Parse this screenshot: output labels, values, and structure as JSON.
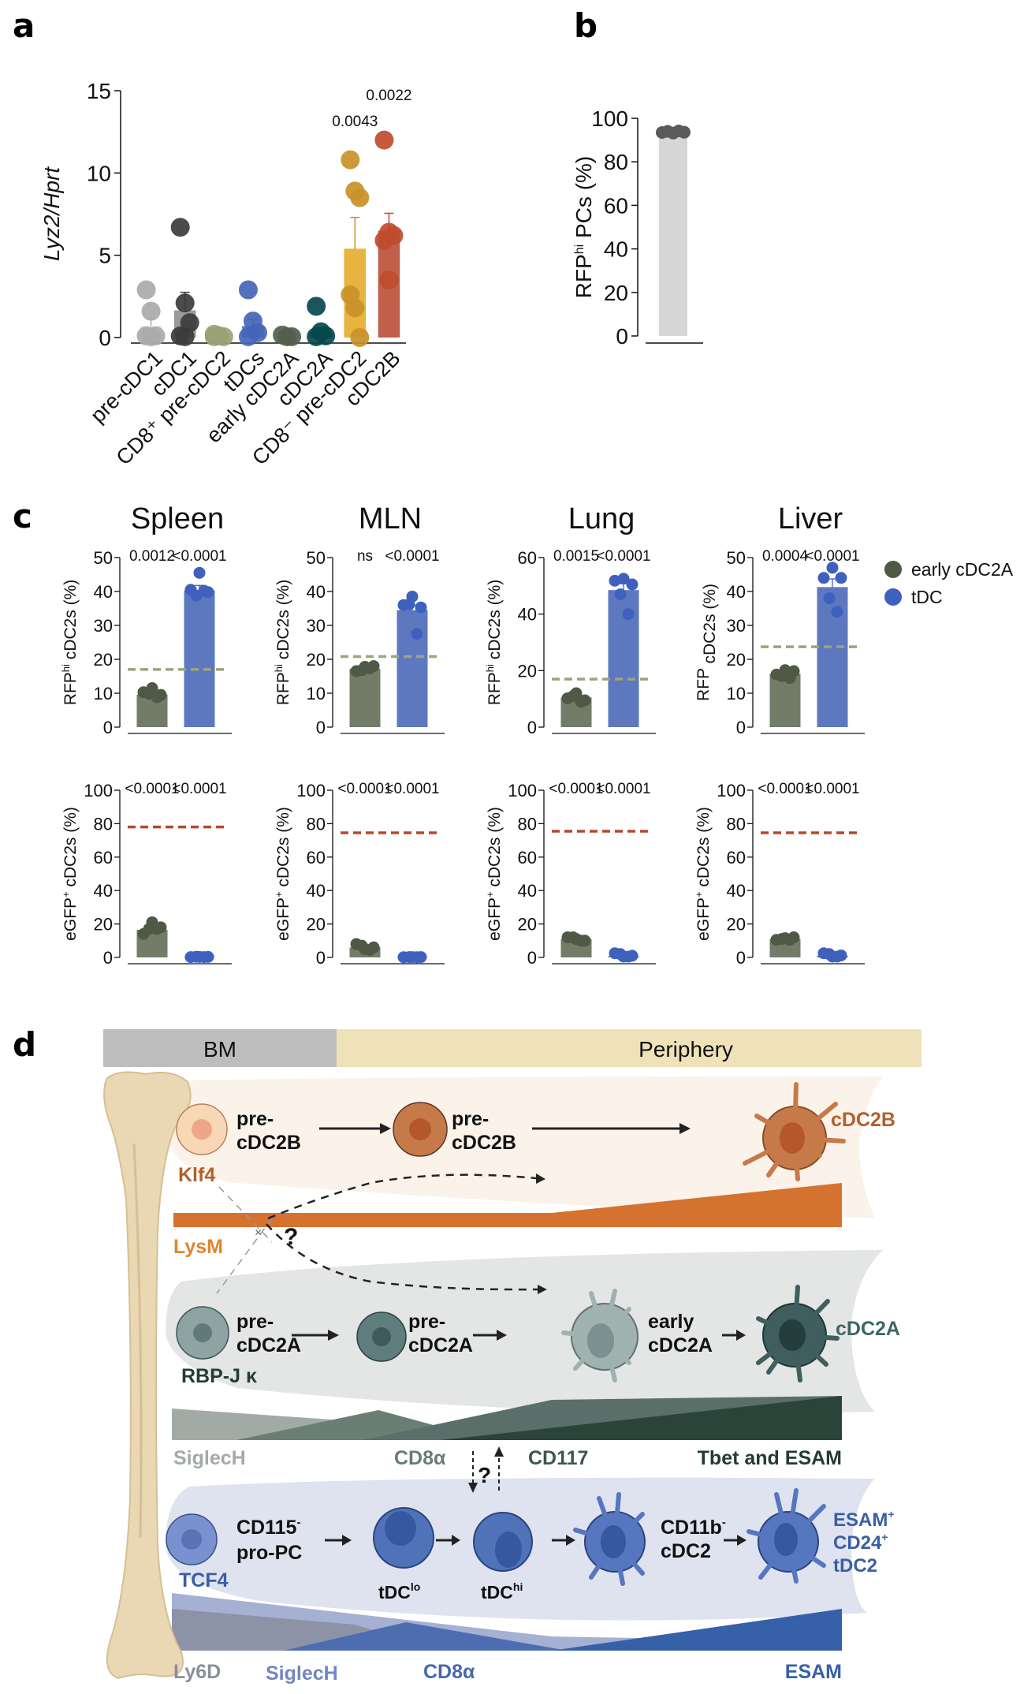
{
  "panels": {
    "a": {
      "letter": "a"
    },
    "b": {
      "letter": "b"
    },
    "c": {
      "letter": "c"
    },
    "d": {
      "letter": "d"
    }
  },
  "chart_data": [
    {
      "id": "a",
      "type": "bar",
      "title": "",
      "xlabel": "",
      "ylabel": "Lyz2/Hprt",
      "ylim": [
        0,
        15
      ],
      "yticks": [
        0,
        5,
        10,
        15
      ],
      "categories": [
        "pre-cDC1",
        "cDC1",
        "CD8⁺ pre-cDC2",
        "tDCs",
        "early cDC2A",
        "cDC2A",
        "CD8⁻ pre-cDC2",
        "cDC2B"
      ],
      "values": [
        0.7,
        1.65,
        0.1,
        0.7,
        0.05,
        0.3,
        5.4,
        6.5
      ],
      "errors": [
        0.45,
        1.1,
        0.05,
        0.4,
        0.05,
        0.3,
        1.9,
        1.05
      ],
      "colors": [
        "#e6e6e6",
        "#9a9a9a",
        "#a1ac80",
        "#5d78c4",
        "#5a6452",
        "#0c4a4e",
        "#e8b440",
        "#c0604a"
      ],
      "point_colors": [
        "#aaaaaa",
        "#3c3c3c",
        "#98a276",
        "#4565b8",
        "#555e4c",
        "#07484c",
        "#c99128",
        "#bf4c2e"
      ],
      "points": [
        [
          2.9,
          1.6,
          0.1,
          0.1,
          0.05
        ],
        [
          6.7,
          2.1,
          0.9,
          0.1,
          0.05
        ],
        [
          0.2,
          0.1,
          0.05,
          0.05
        ],
        [
          2.9,
          1.0,
          0.3,
          0.05
        ],
        [
          0.15,
          0.05,
          0.05
        ],
        [
          1.9,
          0.35,
          0.1,
          0.05
        ],
        [
          10.8,
          8.9,
          8.5,
          2.6,
          1.8,
          0.0
        ],
        [
          12.0,
          6.4,
          6.2,
          5.9,
          3.5
        ]
      ],
      "annotations": [
        {
          "category": "CD8⁻ pre-cDC2",
          "text": "0.0043"
        },
        {
          "category": "cDC2B",
          "text": "0.0022"
        }
      ]
    },
    {
      "id": "b",
      "type": "bar",
      "title": "",
      "xlabel": "",
      "ylabel": "RFP<hi> PCs (%)",
      "ylabel_main": "RFP",
      "ylabel_sup": "hi",
      "ylabel_rest": " PCs (%)",
      "ylim": [
        0,
        100
      ],
      "yticks": [
        0,
        20,
        40,
        60,
        80,
        100
      ],
      "categories": [
        ""
      ],
      "values": [
        93.5
      ],
      "colors": [
        "#d6d6d6"
      ],
      "point_colors": [
        "#5a5a5a"
      ],
      "points": [
        [
          93.5,
          94,
          93.2,
          94.2,
          93.6
        ]
      ]
    },
    {
      "id": "c-spleen-rfp",
      "type": "bar",
      "title": "Spleen",
      "ylabel_main": "RFP",
      "ylabel_sup": "hi",
      "ylabel_rest": " cDC2s (%)",
      "ylim": [
        0,
        50
      ],
      "yticks": [
        0,
        10,
        20,
        30,
        40,
        50
      ],
      "categories": [
        "early cDC2A",
        "tDC"
      ],
      "values": [
        9.6,
        40.3
      ],
      "errors": [
        0.5,
        1.5
      ],
      "points": [
        [
          11.5,
          10.3,
          9.5,
          9.8,
          8.8
        ],
        [
          45.5,
          40.5,
          39.8,
          38.8,
          40.2
        ]
      ],
      "reference_line": 17,
      "reference_color": "#9aa57a",
      "pvalues": [
        "0.0012",
        "<0.0001"
      ]
    },
    {
      "id": "c-mln-rfp",
      "type": "bar",
      "title": "MLN",
      "ylabel_main": "RFP",
      "ylabel_sup": "hi",
      "ylabel_rest": " cDC2s (%)",
      "ylim": [
        0,
        50
      ],
      "yticks": [
        0,
        10,
        20,
        30,
        40,
        50
      ],
      "categories": [
        "early cDC2A",
        "tDC"
      ],
      "values": [
        17.2,
        34.5
      ],
      "errors": [
        0.5,
        1.5
      ],
      "points": [
        [
          17.8,
          16.5,
          18.0,
          16.8,
          17.3
        ],
        [
          38.5,
          36.0,
          35.3,
          36.2,
          27.5
        ]
      ],
      "reference_line": 20.8,
      "reference_color": "#9aa57a",
      "pvalues": [
        "ns",
        "<0.0001"
      ]
    },
    {
      "id": "c-lung-rfp",
      "type": "bar",
      "title": "Lung",
      "ylabel_main": "RFP",
      "ylabel_sup": "hi",
      "ylabel_rest": " cDC2s (%)",
      "ylim": [
        0,
        60
      ],
      "yticks": [
        0,
        20,
        40,
        60
      ],
      "categories": [
        "early cDC2A",
        "tDC"
      ],
      "values": [
        10.5,
        48.5
      ],
      "errors": [
        0.5,
        2.3
      ],
      "points": [
        [
          12.0,
          10.2,
          9.5,
          11.0,
          9.0
        ],
        [
          52.5,
          51.8,
          50.5,
          47.0,
          40.0
        ]
      ],
      "reference_line": 17,
      "reference_color": "#9aa57a",
      "pvalues": [
        "0.0015",
        "<0.0001"
      ]
    },
    {
      "id": "c-liver-rfp",
      "type": "bar",
      "title": "Liver",
      "ylabel_main": "RFP",
      "ylabel_sup": "",
      "ylabel_rest": "    cDC2s (%)",
      "ylim": [
        0,
        50
      ],
      "yticks": [
        0,
        10,
        20,
        30,
        40,
        50
      ],
      "categories": [
        "early cDC2A",
        "tDC"
      ],
      "values": [
        15.7,
        41.3
      ],
      "errors": [
        0.5,
        2.4
      ],
      "points": [
        [
          16.8,
          15.5,
          16.5,
          15.0,
          14.5
        ],
        [
          47.0,
          44.0,
          44.0,
          38.0,
          34.0
        ]
      ],
      "reference_line": 23.7,
      "reference_color": "#9aa57a",
      "pvalues": [
        "0.0004",
        "<0.0001"
      ]
    },
    {
      "id": "c-spleen-egfp",
      "type": "bar",
      "title": "",
      "ylabel_main": "eGFP",
      "ylabel_sup": "+",
      "ylabel_rest": " cDC2s (%)",
      "ylim": [
        0,
        100
      ],
      "yticks": [
        0,
        20,
        40,
        60,
        80,
        100
      ],
      "categories": [
        "early cDC2A",
        "tDC"
      ],
      "values": [
        16.5,
        0.3
      ],
      "errors": [
        1.5,
        0.1
      ],
      "points": [
        [
          21,
          14,
          18,
          17,
          17
        ],
        [
          0.3,
          0.2,
          0.3,
          0.4,
          0.2
        ]
      ],
      "reference_line": 78,
      "reference_color": "#b3492a",
      "pvalues": [
        "<0.0001",
        "<0.0001"
      ]
    },
    {
      "id": "c-mln-egfp",
      "type": "bar",
      "title": "",
      "ylabel_main": "eGFP",
      "ylabel_sup": "+",
      "ylabel_rest": " cDC2s (%)",
      "ylim": [
        0,
        100
      ],
      "yticks": [
        0,
        20,
        40,
        60,
        80,
        100
      ],
      "categories": [
        "early cDC2A",
        "tDC"
      ],
      "values": [
        6.0,
        0.2
      ],
      "errors": [
        0.8,
        0.1
      ],
      "points": [
        [
          5,
          8,
          6,
          7,
          4.5
        ],
        [
          0.2,
          0.1,
          0.2,
          0.2,
          0.1
        ]
      ],
      "reference_line": 74.5,
      "reference_color": "#b3492a",
      "pvalues": [
        "<0.0001",
        "<0.0001"
      ]
    },
    {
      "id": "c-lung-egfp",
      "type": "bar",
      "title": "",
      "ylabel_main": "eGFP",
      "ylabel_sup": "+",
      "ylabel_rest": " cDC2s (%)",
      "ylim": [
        0,
        100
      ],
      "yticks": [
        0,
        20,
        40,
        60,
        80,
        100
      ],
      "categories": [
        "early cDC2A",
        "tDC"
      ],
      "values": [
        11.0,
        0.8
      ],
      "errors": [
        0.6,
        0.4
      ],
      "points": [
        [
          11,
          12,
          10,
          12,
          10
        ],
        [
          0.5,
          2.5,
          1.0,
          2.0,
          0.5
        ]
      ],
      "reference_line": 75.5,
      "reference_color": "#b3492a",
      "pvalues": [
        "<0.0001",
        "<0.0001"
      ]
    },
    {
      "id": "c-liver-egfp",
      "type": "bar",
      "title": "",
      "ylabel_main": "eGFP",
      "ylabel_sup": "+",
      "ylabel_rest": " cDC2s (%)",
      "ylim": [
        0,
        100
      ],
      "yticks": [
        0,
        20,
        40,
        60,
        80,
        100
      ],
      "categories": [
        "early cDC2A",
        "tDC"
      ],
      "values": [
        11.0,
        1.0
      ],
      "errors": [
        0.5,
        0.4
      ],
      "points": [
        [
          11.5,
          10.5,
          12,
          11,
          10.5
        ],
        [
          0.5,
          2.5,
          1.2,
          2.0,
          0.5
        ]
      ],
      "reference_line": 74.5,
      "reference_color": "#b3492a",
      "pvalues": [
        "<0.0001",
        "<0.0001"
      ]
    }
  ],
  "legend_c": {
    "items": [
      {
        "label": "early cDC2A",
        "color": "#4f5946"
      },
      {
        "label": "tDC",
        "color": "#3f61be"
      }
    ],
    "bar_colors": {
      "early cDC2A": "#737b69",
      "tDC": "#5e78c0"
    }
  },
  "diagram_d": {
    "header": {
      "bm": "BM",
      "periphery": "Periphery",
      "bm_color": "#bdbdbd",
      "periphery_color": "#efe2b8"
    },
    "lane_b": {
      "color_band": "#fbf2ea",
      "cells": [
        {
          "line1": "pre-",
          "line2": "cDC2B",
          "marker": "Klf4"
        },
        {
          "line1": "pre-",
          "line2": "cDC2B"
        },
        {
          "label": "cDC2B"
        }
      ],
      "gradient_label": "LysM",
      "accent": "#d5722f",
      "label_color": "#b3602d",
      "question": "?"
    },
    "lane_a": {
      "color_band": "#e3e6e4",
      "cells": [
        {
          "line1": "pre-",
          "line2": "cDC2A",
          "marker": "RBP-J κ"
        },
        {
          "line1": "pre-",
          "line2": "cDC2A"
        },
        {
          "line1": "early",
          "line2": "cDC2A"
        },
        {
          "label": "cDC2A"
        }
      ],
      "gradient_labels": [
        "SiglecH",
        "CD8α",
        "CD117",
        "Tbet and ESAM"
      ],
      "label_color": "#3d6664"
    },
    "middle_question": "?",
    "lane_t": {
      "color_band": "#dfe3f0",
      "cells": [
        {
          "line1": "CD115",
          "sup1": "-",
          "line2": "pro-PC",
          "marker": "TCF4"
        },
        {
          "label_main": "tDC",
          "label_sup": "lo"
        },
        {
          "label_main": "tDC",
          "label_sup": "hi"
        },
        {
          "line1": "CD11b",
          "sup1": "-",
          "line2": "cDC2"
        },
        {
          "l1": "ESAM",
          "s1": "+",
          "l2": "CD24",
          "s2": "+",
          "l3": "tDC2"
        }
      ],
      "gradient_labels": [
        "Ly6D",
        "SiglecH",
        "CD8α",
        "ESAM"
      ],
      "label_color": "#3a5ea6"
    }
  }
}
